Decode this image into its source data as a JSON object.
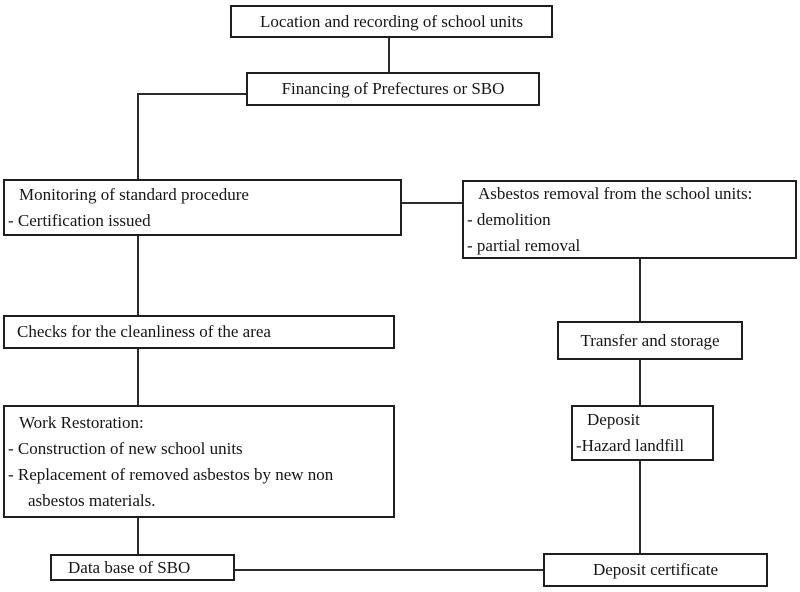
{
  "diagram": {
    "type": "flowchart",
    "colors": {
      "background": "#ffffff",
      "box_border": "#1f1f1f",
      "connector_line": "#2b2b2b",
      "text": "#151515"
    },
    "boxes": {
      "location": {
        "lines": [
          "Location and recording of school units"
        ]
      },
      "financing": {
        "lines": [
          "Financing of Prefectures or SBO"
        ]
      },
      "monitoring": {
        "lines": [
          "Monitoring of standard procedure",
          "- Certification issued"
        ]
      },
      "asbestos_removal": {
        "lines": [
          "Asbestos removal from the school units:",
          "- demolition",
          "- partial removal"
        ]
      },
      "checks": {
        "lines": [
          "Checks for the cleanliness of the area"
        ]
      },
      "transfer": {
        "lines": [
          "Transfer and storage"
        ]
      },
      "work_restoration": {
        "lines": [
          "Work Restoration:",
          "- Construction of new school units",
          "- Replacement of removed asbestos by new non",
          "asbestos materials."
        ]
      },
      "deposit": {
        "lines": [
          "Deposit",
          "-Hazard landfill"
        ]
      },
      "database": {
        "lines": [
          "Data base of SBO"
        ]
      },
      "deposit_certificate": {
        "lines": [
          "Deposit certificate"
        ]
      }
    },
    "connections": [
      "location -> financing",
      "financing -> monitoring",
      "monitoring -> asbestos_removal",
      "monitoring -> checks",
      "asbestos_removal -> transfer",
      "checks -> work_restoration",
      "transfer -> deposit",
      "work_restoration -> database",
      "deposit -> deposit_certificate",
      "database -> deposit_certificate"
    ]
  }
}
